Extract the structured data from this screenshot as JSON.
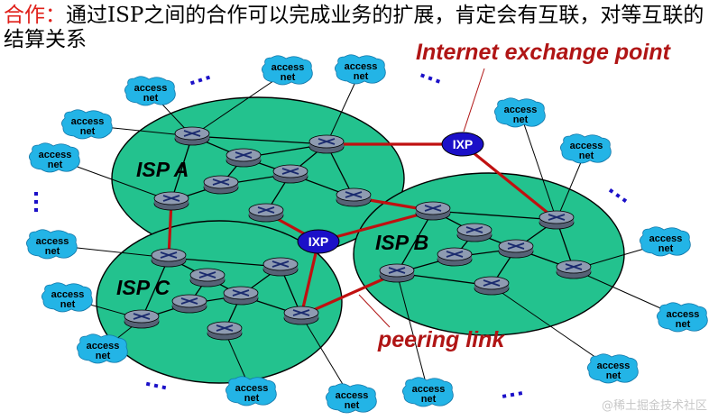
{
  "caption": {
    "highlight": "合作：",
    "text": "通过ISP之间的合作可以完成业务的扩展，肯定会有互联，对等互联的结算关系"
  },
  "labels": {
    "isp_a": "ISP A",
    "isp_b": "ISP B",
    "isp_c": "ISP C",
    "ixp": "IXP",
    "internet_exchange_point": "Internet exchange point",
    "peering_link": "peering link",
    "access_line1": "access",
    "access_line2": "net",
    "ellipsis": "…"
  },
  "colors": {
    "isp_fill": "#23c28e",
    "ixp_fill": "#1b10c8",
    "cloud_fill": "#23b4e6",
    "router": "#8e9bb1",
    "peering": "#c01010",
    "callout": "#b01515"
  },
  "watermark": "@稀土掘金技术社区"
}
